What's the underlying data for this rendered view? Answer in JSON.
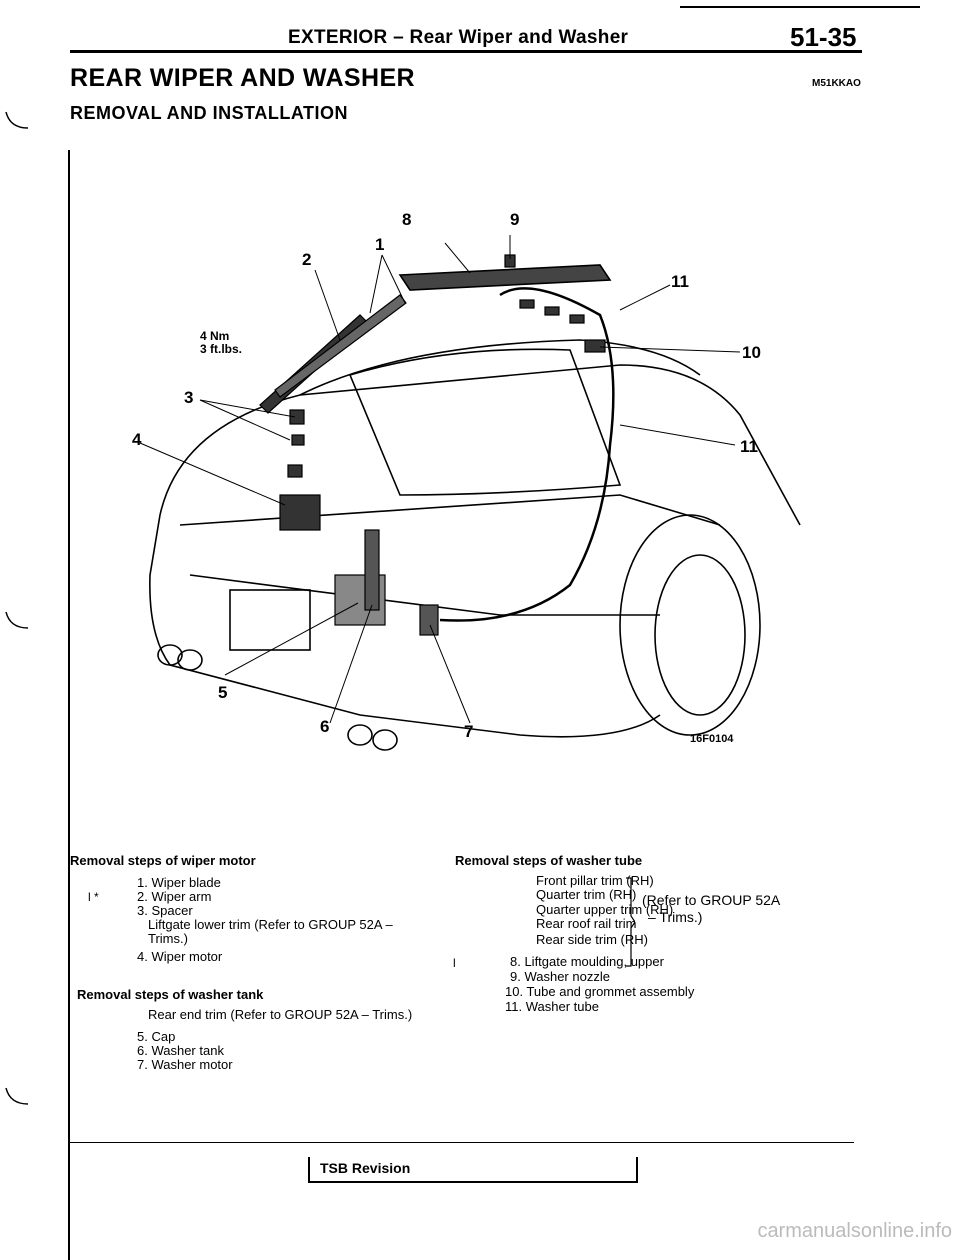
{
  "header": {
    "title": "EXTERIOR – Rear Wiper and Washer",
    "page_number": "51-35"
  },
  "section": {
    "title": "REAR WIPER AND WASHER",
    "code": "M51KKAO",
    "subtitle": "REMOVAL AND INSTALLATION"
  },
  "figure": {
    "code": "16F0104",
    "torque_nm": "4 Nm",
    "torque_ftlbs": "3 ft.lbs.",
    "callouts": [
      "1",
      "2",
      "3",
      "4",
      "5",
      "6",
      "7",
      "8",
      "9",
      "10",
      "11",
      "11"
    ]
  },
  "wiper_motor": {
    "heading": "Removal steps of wiper motor",
    "mark": "l *",
    "items": [
      "1. Wiper blade",
      "2. Wiper arm",
      "3. Spacer",
      "Liftgate lower trim (Refer to GROUP 52A –",
      "Trims.)",
      "4. Wiper motor"
    ]
  },
  "washer_tank": {
    "heading": "Removal steps of washer tank",
    "pre": "Rear end trim (Refer to GROUP 52A – Trims.)",
    "items": [
      "5. Cap",
      "6. Washer tank",
      "7. Washer motor"
    ]
  },
  "washer_tube": {
    "heading": "Removal steps of washer tube",
    "trims": [
      "Front pillar trim (RH)",
      "Quarter trim (RH)",
      "Quarter upper trim (RH)",
      "Rear roof rail trim",
      "Rear side trim (RH)"
    ],
    "refer_line1": "(Refer to GROUP 52A",
    "refer_line2": "– Trims.)",
    "mark": "l",
    "items": [
      "8. Liftgate moulding, upper",
      "9. Washer nozzle",
      "10. Tube and grommet assembly",
      "11. Washer tube"
    ]
  },
  "footer": {
    "tsb": "TSB Revision"
  },
  "watermark": "carmanualsonline.info"
}
